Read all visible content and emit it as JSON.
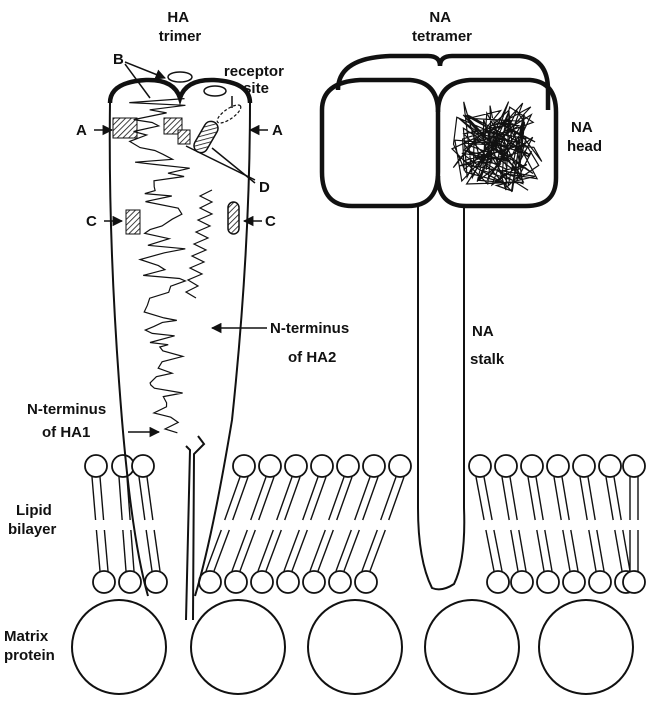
{
  "labels": {
    "ha_trimer": [
      "HA",
      "trimer"
    ],
    "na_tetramer": [
      "NA",
      "tetramer"
    ],
    "site_b": "B",
    "site_a_left": "A",
    "site_a_right": "A",
    "site_c_left": "C",
    "site_c_right": "C",
    "site_d": "D",
    "receptor_site": [
      "receptor",
      "site"
    ],
    "na_head": [
      "NA",
      "head"
    ],
    "n_terminus_ha2": [
      "N-terminus",
      "of HA2"
    ],
    "na_stalk": [
      "NA",
      "stalk"
    ],
    "n_terminus_ha1": [
      "N-terminus",
      "of HA1"
    ],
    "lipid_bilayer": [
      "Lipid",
      "bilayer"
    ],
    "matrix_protein": [
      "Matrix",
      "protein"
    ]
  }
}
